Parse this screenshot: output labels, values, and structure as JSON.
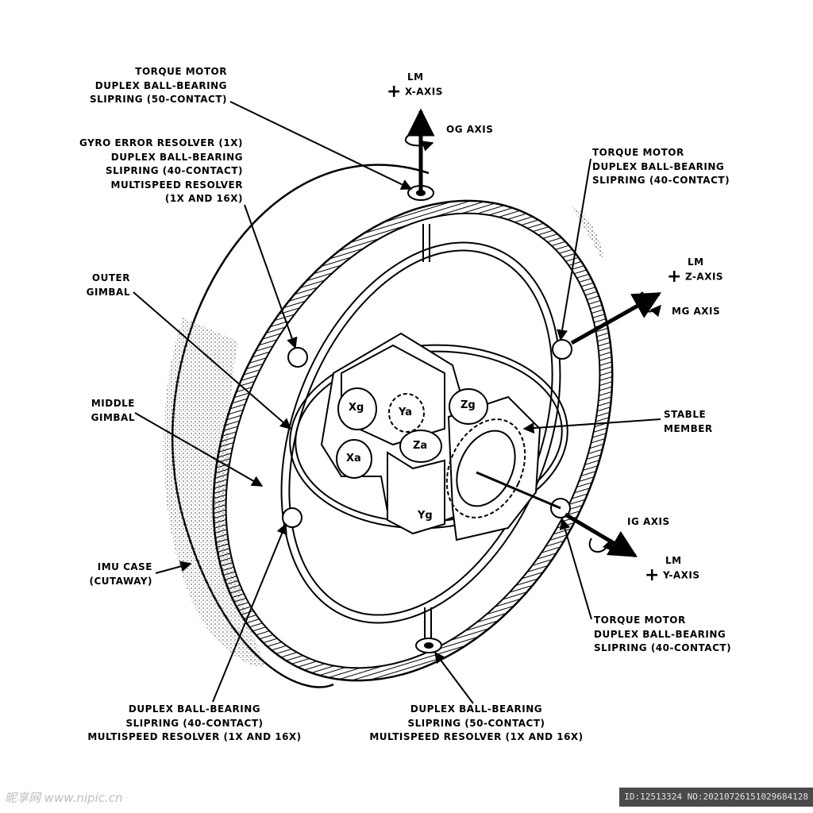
{
  "labels": {
    "top_left_1": [
      "TORQUE MOTOR",
      "DUPLEX BALL-BEARING",
      "SLIPRING (50-CONTACT)"
    ],
    "top_left_2": [
      "GYRO ERROR RESOLVER (1X)",
      "DUPLEX BALL-BEARING",
      "SLIPRING (40-CONTACT)",
      "MULTISPEED RESOLVER",
      "(1X AND 16X)"
    ],
    "outer_gimbal": [
      "OUTER",
      "GIMBAL"
    ],
    "middle_gimbal": [
      "MIDDLE",
      "GIMBAL"
    ],
    "imu_case": [
      "IMU CASE",
      "(CUTAWAY)"
    ],
    "bottom_left": [
      "DUPLEX BALL-BEARING",
      "SLIPRING (40-CONTACT)",
      "MULTISPEED RESOLVER (1X AND 16X)"
    ],
    "bottom_center": [
      "DUPLEX BALL-BEARING",
      "SLIPRING (50-CONTACT)",
      "MULTISPEED RESOLVER (1X AND 16X)"
    ],
    "top_right": [
      "TORQUE MOTOR",
      "DUPLEX BALL-BEARING",
      "SLIPRING    (40-CONTACT)"
    ],
    "bottom_right": [
      "TORQUE MOTOR",
      "DUPLEX BALL-BEARING",
      "SLIPRING    (40-CONTACT)"
    ],
    "stable_member": [
      "STABLE",
      "MEMBER"
    ]
  },
  "axes": {
    "x_axis": {
      "sign": "+",
      "line1": "LM",
      "line2": "X-AXIS",
      "gimbal": "OG AXIS"
    },
    "z_axis": {
      "sign": "+",
      "line1": "LM",
      "line2": "Z-AXIS",
      "gimbal": "MG AXIS"
    },
    "y_axis": {
      "sign": "+",
      "line1": "LM",
      "line2": "Y-AXIS",
      "gimbal": "IG AXIS"
    }
  },
  "instruments": {
    "xg": "Xg",
    "ya": "Ya",
    "zg": "Zg",
    "za": "Za",
    "xa": "Xa",
    "yg": "Yg"
  },
  "watermark": {
    "left": "昵享网 www.nipic.cn",
    "right": "ID:12513324 NO:20210726151029684128"
  }
}
